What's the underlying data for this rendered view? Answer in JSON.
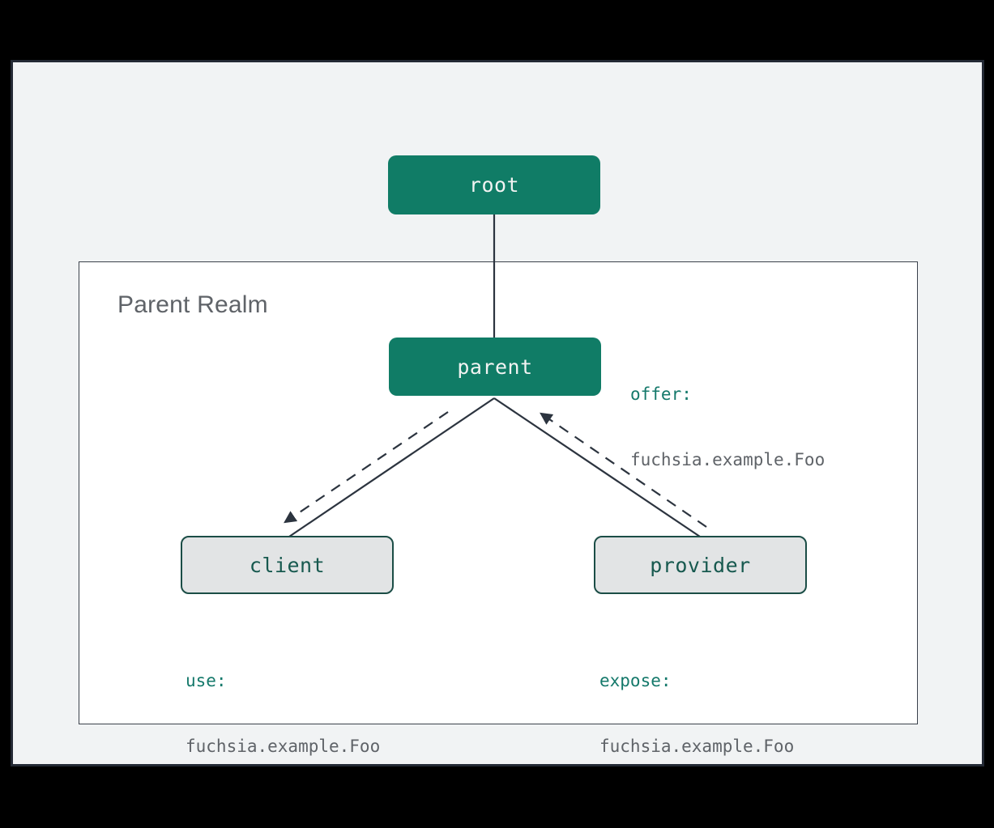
{
  "realm": {
    "label": "Parent Realm"
  },
  "nodes": {
    "root": {
      "label": "root"
    },
    "parent": {
      "label": "parent"
    },
    "client": {
      "label": "client"
    },
    "provider": {
      "label": "provider"
    }
  },
  "annotations": {
    "offer": {
      "keyword": "offer:",
      "value": "fuchsia.example.Foo"
    },
    "use": {
      "keyword": "use:",
      "value": "fuchsia.example.Foo"
    },
    "expose": {
      "keyword": "expose:",
      "value": "fuchsia.example.Foo"
    }
  },
  "colors": {
    "canvas_bg": "#000000",
    "panel_bg": "#f1f3f4",
    "panel_border": "#232934",
    "realm_bg": "#ffffff",
    "realm_border": "#3a414b",
    "realm_label_text": "#5f6368",
    "node_fill_teal": "#107c66",
    "node_text_light": "#f1f3f2",
    "node_fill_gray": "#e2e4e5",
    "node_border_teal": "#1b4d46",
    "node_text_teal": "#17594f",
    "keyword_teal": "#15796b",
    "value_gray": "#5f6368",
    "edge_line": "#2c343f"
  }
}
